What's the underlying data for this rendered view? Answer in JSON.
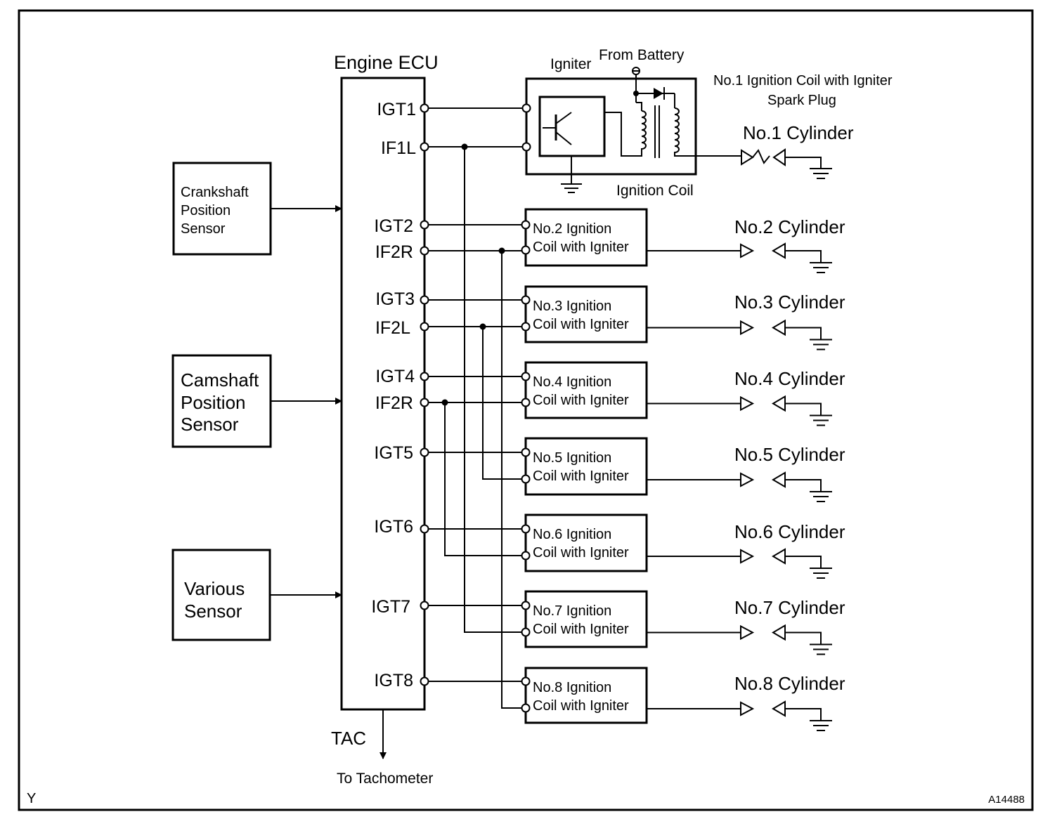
{
  "ecu": {
    "title": "Engine ECU",
    "pins": {
      "igt1": "IGT1",
      "if1l": "IF1L",
      "igt2": "IGT2",
      "if2r_a": "IF2R",
      "igt3": "IGT3",
      "if2l": "IF2L",
      "igt4": "IGT4",
      "if2r_b": "IF2R",
      "igt5": "IGT5",
      "igt6": "IGT6",
      "igt7": "IGT7",
      "igt8": "IGT8"
    },
    "tac": "TAC",
    "to_tachometer": "To Tachometer"
  },
  "sensors": {
    "crankshaft": [
      "Crankshaft",
      "Position",
      "Sensor"
    ],
    "camshaft": [
      "Camshaft",
      "Position",
      "Sensor"
    ],
    "various": [
      "Various",
      "Sensor"
    ]
  },
  "coil1": {
    "igniter": "Igniter",
    "from_battery": "From Battery",
    "ignition_coil": "Ignition Coil",
    "legend_line1": "No.1 Ignition Coil with Igniter",
    "legend_line2": "Spark Plug"
  },
  "coils": [
    {
      "line1": "No.2 Ignition",
      "line2": "Coil with Igniter"
    },
    {
      "line1": "No.3 Ignition",
      "line2": "Coil with Igniter"
    },
    {
      "line1": "No.4 Ignition",
      "line2": "Coil with Igniter"
    },
    {
      "line1": "No.5 Ignition",
      "line2": "Coil with Igniter"
    },
    {
      "line1": "No.6 Ignition",
      "line2": "Coil with Igniter"
    },
    {
      "line1": "No.7 Ignition",
      "line2": "Coil with Igniter"
    },
    {
      "line1": "No.8 Ignition",
      "line2": "Coil with Igniter"
    }
  ],
  "cylinders": [
    "No.1 Cylinder",
    "No.2 Cylinder",
    "No.3 Cylinder",
    "No.4 Cylinder",
    "No.5 Cylinder",
    "No.6 Cylinder",
    "No.7 Cylinder",
    "No.8 Cylinder"
  ],
  "corner_left": "Y",
  "corner_right": "A14488"
}
